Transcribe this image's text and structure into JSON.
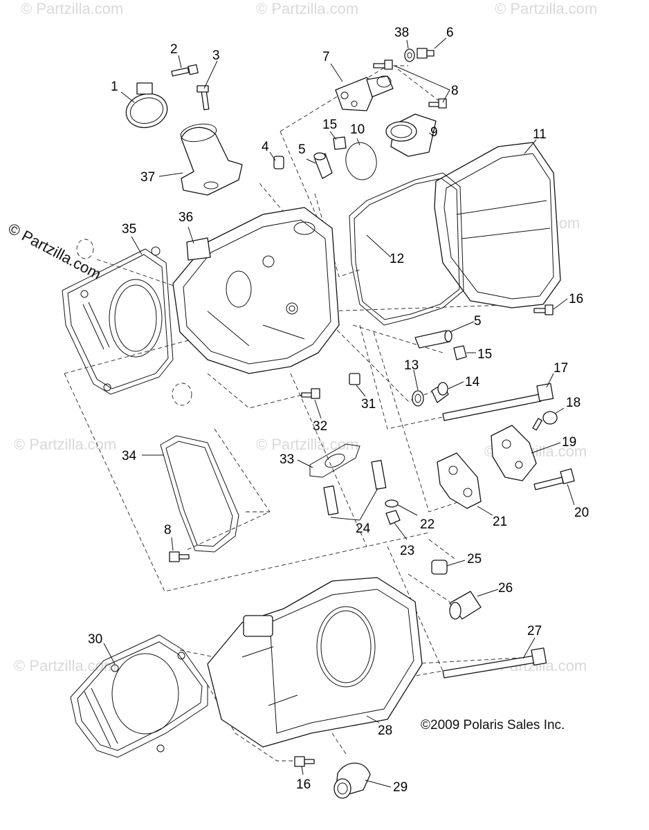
{
  "watermark": {
    "text": "© Partzilla.com",
    "small": "© Partzilla.com"
  },
  "copyright": "©2009 Polaris Sales Inc.",
  "callouts": [
    "1",
    "2",
    "3",
    "37",
    "4",
    "5",
    "15",
    "10",
    "7",
    "38",
    "6",
    "8",
    "9",
    "11",
    "12",
    "16",
    "36",
    "35",
    "5",
    "15",
    "13",
    "14",
    "17",
    "31",
    "32",
    "18",
    "19",
    "33",
    "34",
    "24",
    "22",
    "21",
    "20",
    "8",
    "23",
    "25",
    "26",
    "27",
    "30",
    "28",
    "16",
    "29"
  ]
}
